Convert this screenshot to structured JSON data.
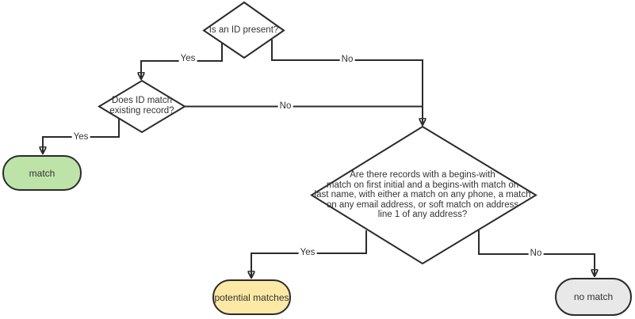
{
  "flowchart": {
    "colors": {
      "stroke": "#2b2b2b",
      "text": "#333333",
      "shape_fill": "#ffffff",
      "match_fill": "#bde3a8",
      "potential_fill": "#fce9a5",
      "no_match_fill": "#e8e8e8"
    },
    "decisions": {
      "id_present": {
        "label": "Is an ID present?"
      },
      "id_match": {
        "label": "Does ID match\nexisting record?"
      },
      "records_match": {
        "label": "Are there records with a begins-with\nmatch on first initial and a begins-with match on\nlast name, with either a match on any phone, a match\non any email address, or soft match on address\nline 1 of any address?"
      }
    },
    "terminals": {
      "match": {
        "label": "match"
      },
      "potential_matches": {
        "label": "potential matches"
      },
      "no_match": {
        "label": "no match"
      }
    },
    "edge_labels": {
      "id_present_yes": "Yes",
      "id_present_no": "No",
      "id_match_yes": "Yes",
      "id_match_no": "No",
      "records_yes": "Yes",
      "records_no": "No"
    }
  }
}
